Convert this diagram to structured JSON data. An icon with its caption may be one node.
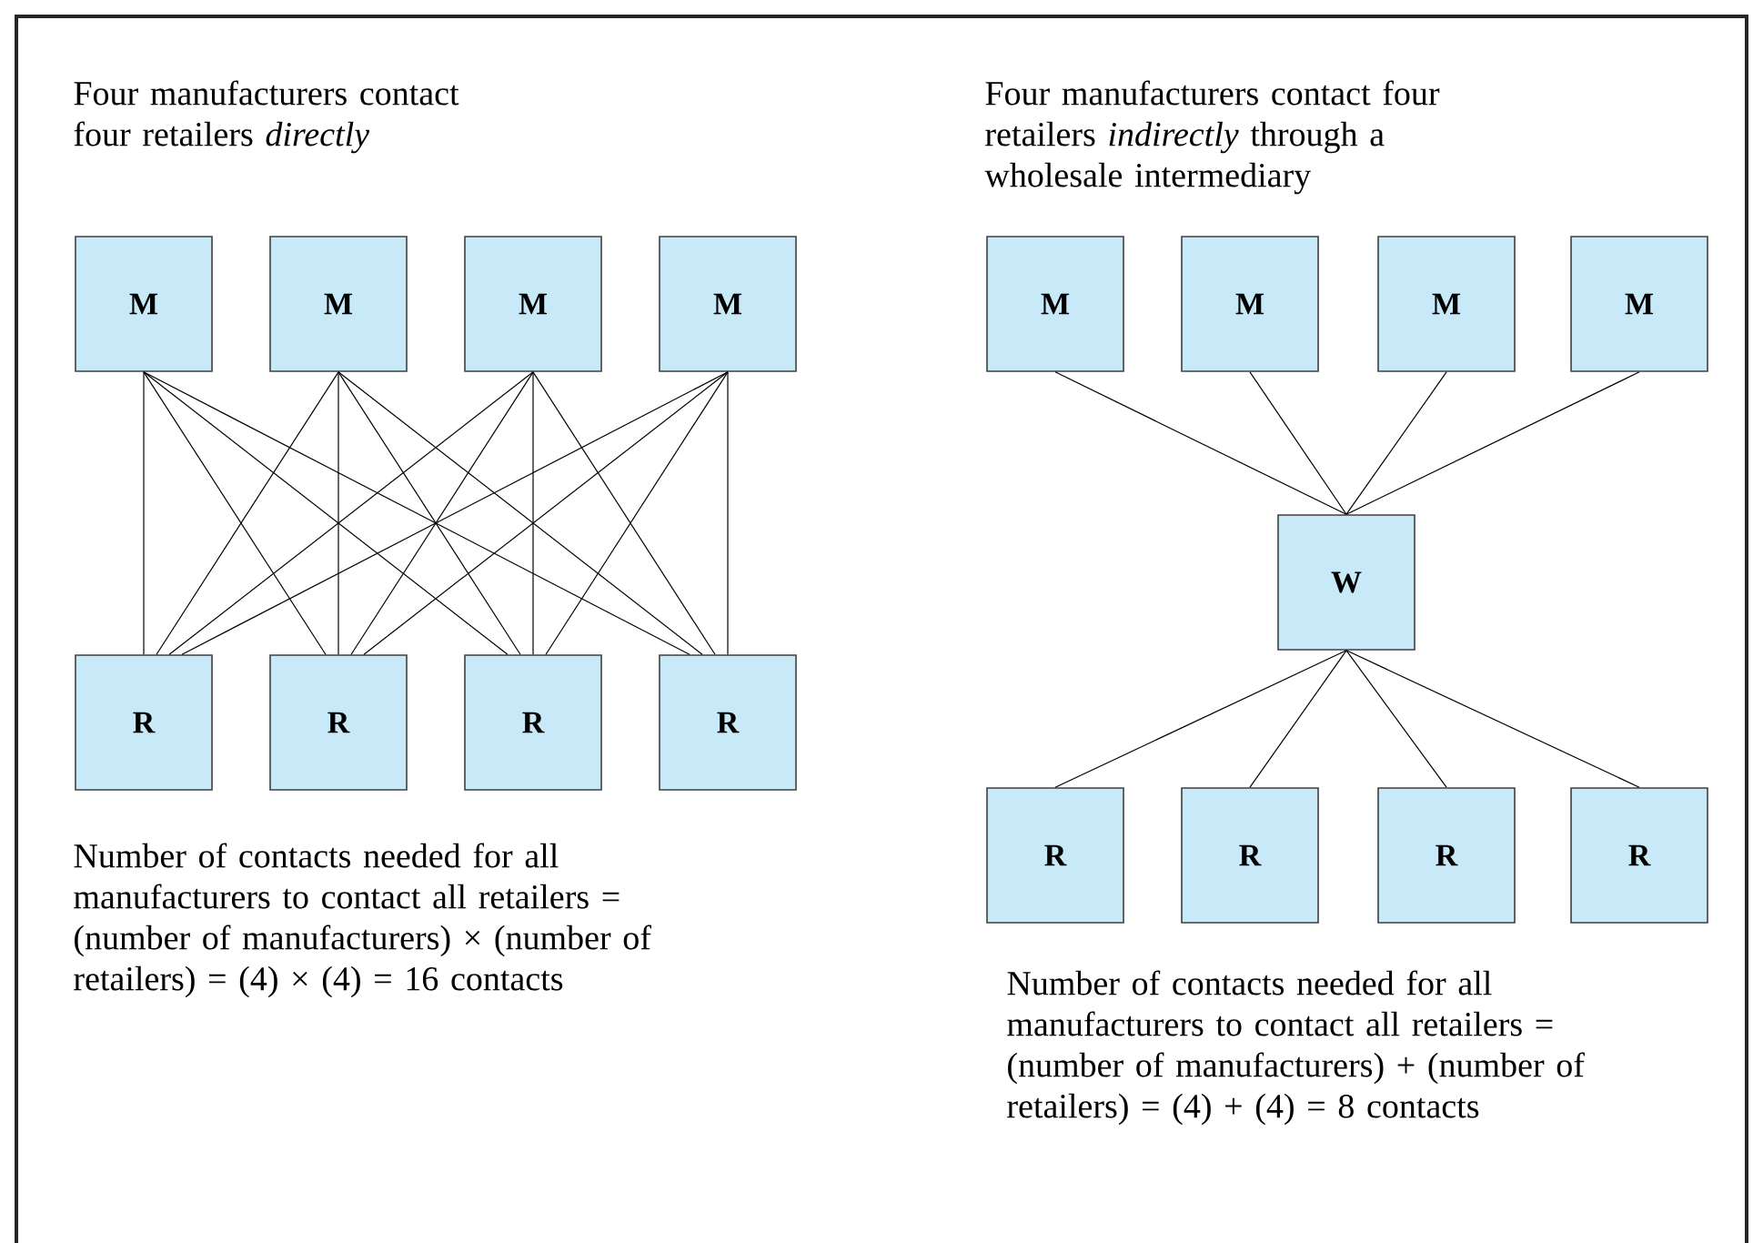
{
  "diagram": {
    "nodes": [
      {
        "text": [
          "M"
        ]
      },
      {
        "text": [
          "M"
        ]
      },
      {
        "text": [
          "M"
        ]
      },
      {
        "text": [
          "M"
        ]
      },
      {
        "text": [
          "R"
        ]
      },
      {
        "text": [
          "R"
        ]
      },
      {
        "text": [
          "R"
        ]
      },
      {
        "text": [
          "R"
        ]
      },
      {
        "text": [
          "M"
        ]
      },
      {
        "text": [
          "M"
        ]
      },
      {
        "text": [
          "M"
        ]
      },
      {
        "text": [
          "M"
        ]
      },
      {
        "text": [
          "W"
        ]
      },
      {
        "text": [
          "R"
        ]
      },
      {
        "text": [
          "R"
        ]
      },
      {
        "text": [
          "R"
        ]
      },
      {
        "text": [
          "R"
        ]
      }
    ],
    "edges": [
      {
        "from": 0,
        "to": 4,
        "arrow": "none"
      },
      {
        "from": 0,
        "to": 5,
        "arrow": "none"
      },
      {
        "from": 0,
        "to": 6,
        "arrow": "none"
      },
      {
        "from": 0,
        "to": 7,
        "arrow": "none"
      },
      {
        "from": 1,
        "to": 4,
        "arrow": "none"
      },
      {
        "from": 1,
        "to": 5,
        "arrow": "none"
      },
      {
        "from": 1,
        "to": 6,
        "arrow": "none"
      },
      {
        "from": 1,
        "to": 7,
        "arrow": "none"
      },
      {
        "from": 2,
        "to": 4,
        "arrow": "none"
      },
      {
        "from": 2,
        "to": 5,
        "arrow": "none"
      },
      {
        "from": 2,
        "to": 6,
        "arrow": "none"
      },
      {
        "from": 2,
        "to": 7,
        "arrow": "none"
      },
      {
        "from": 3,
        "to": 4,
        "arrow": "none"
      },
      {
        "from": 3,
        "to": 5,
        "arrow": "none"
      },
      {
        "from": 3,
        "to": 6,
        "arrow": "none"
      },
      {
        "from": 3,
        "to": 7,
        "arrow": "none"
      },
      {
        "from": 8,
        "to": 12,
        "arrow": "none"
      },
      {
        "from": 9,
        "to": 12,
        "arrow": "none"
      },
      {
        "from": 10,
        "to": 12,
        "arrow": "none"
      },
      {
        "from": 11,
        "to": 12,
        "arrow": "none"
      },
      {
        "from": 12,
        "to": 13,
        "arrow": "none"
      },
      {
        "from": 12,
        "to": 14,
        "arrow": "none"
      },
      {
        "from": 12,
        "to": 15,
        "arrow": "none"
      },
      {
        "from": 12,
        "to": 16,
        "arrow": "none"
      }
    ],
    "labels": [
      "Four manufacturers contact four retailers *directly*",
      "Four manufacturers contact four retailers *indirectly* through a wholesale intermediary",
      "Number of contacts needed for all manufacturers to contact all retailers = (number of manufacturers) × (number of retailers) = (4) × (4) = 16 contacts",
      "Number of contacts needed for all manufacturers to contact all retailers = (number of manufacturers) + (number of retailers) = (4) + (4) = 8 contacts"
    ]
  }
}
